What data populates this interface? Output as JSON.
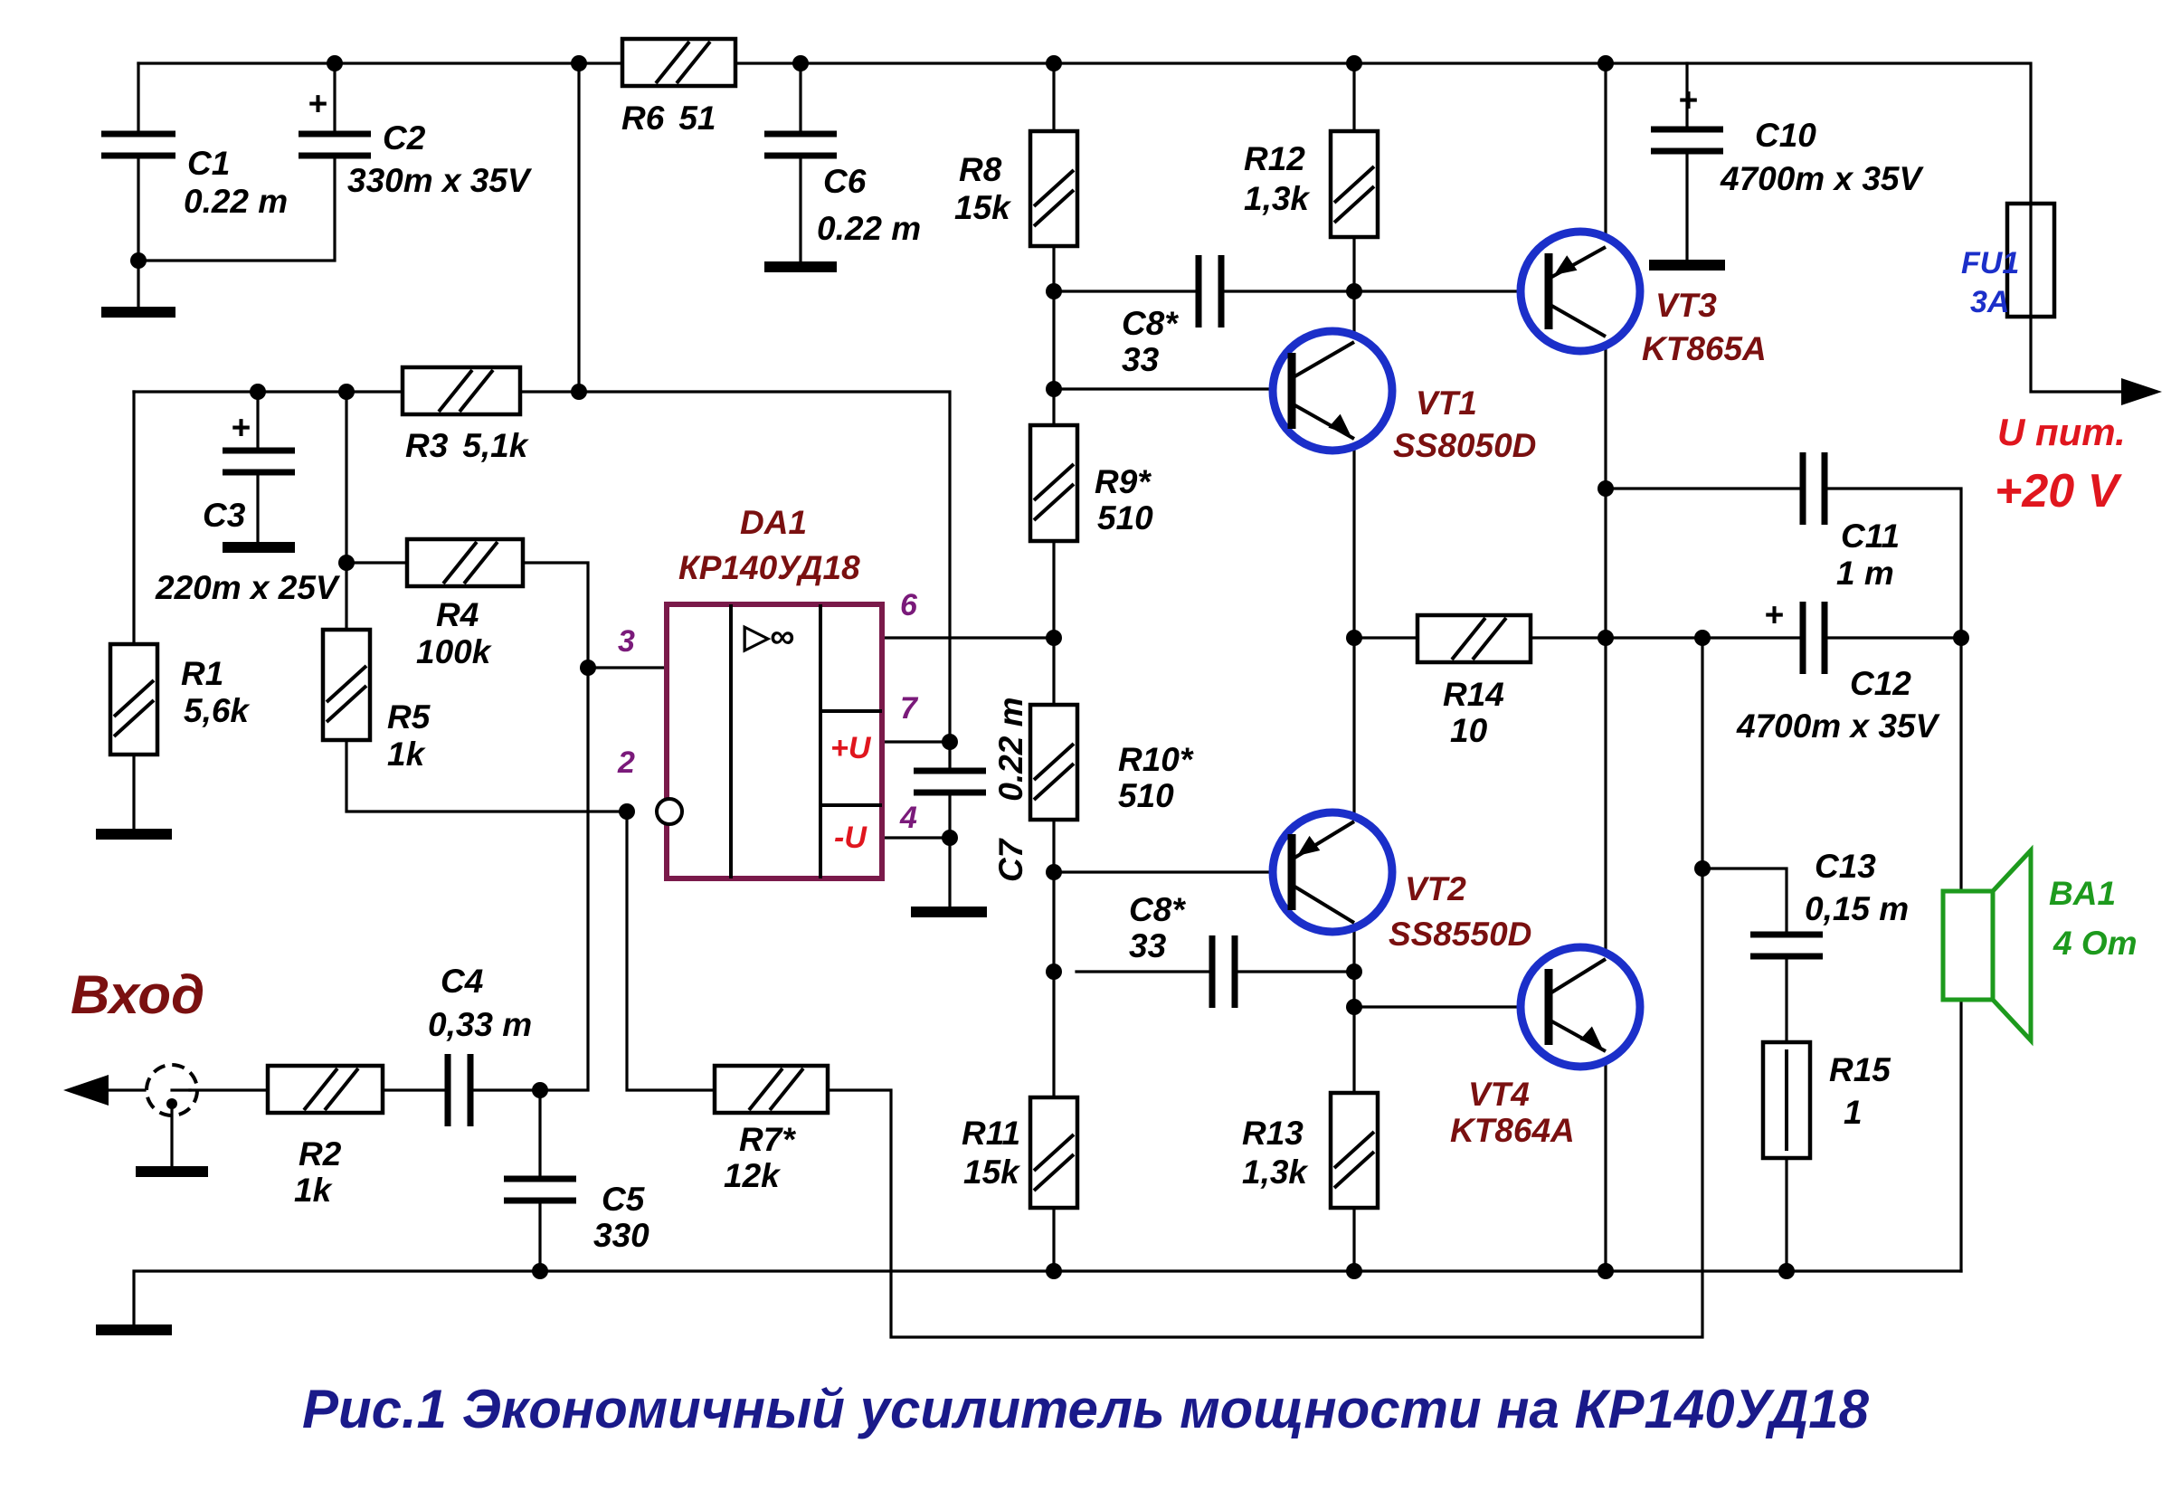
{
  "caption": "Рис.1 Экономичный усилитель мощности на КР140УД18",
  "input_label": "Вход",
  "supply": {
    "name": "U пит.",
    "value": "+20 V"
  },
  "opamp": {
    "ref": "DA1",
    "part": "КР140УД18",
    "symbol": "▷∞",
    "pins": {
      "p3": "3",
      "p2": "2",
      "p6": "6",
      "p7": "7",
      "p4": "4"
    },
    "plus_u": "+U",
    "minus_u": "-U"
  },
  "fuse": {
    "ref": "FU1",
    "value": "3A"
  },
  "speaker": {
    "ref": "BA1",
    "value": "4 Om"
  },
  "plus_sign": "+",
  "capacitors": {
    "C1": {
      "ref": "C1",
      "value": "0.22 m"
    },
    "C2": {
      "ref": "C2",
      "value": "330m x 35V"
    },
    "C3": {
      "ref": "C3",
      "value": "220m x 25V"
    },
    "C4": {
      "ref": "C4",
      "value": "0,33 m"
    },
    "C5": {
      "ref": "C5",
      "value": "330"
    },
    "C6": {
      "ref": "C6",
      "value": "0.22 m"
    },
    "C7": {
      "ref": "C7",
      "value": "0.22 m"
    },
    "C8a": {
      "ref": "C8*",
      "value": "33"
    },
    "C8b": {
      "ref": "C8*",
      "value": "33"
    },
    "C10": {
      "ref": "C10",
      "value": "4700m x 35V"
    },
    "C11": {
      "ref": "C11",
      "value": "1 m"
    },
    "C12": {
      "ref": "C12",
      "value": "4700m x 35V"
    },
    "C13": {
      "ref": "C13",
      "value": "0,15 m"
    }
  },
  "resistors": {
    "R1": {
      "ref": "R1",
      "value": "5,6k"
    },
    "R2": {
      "ref": "R2",
      "value": "1k"
    },
    "R3": {
      "ref": "R3",
      "value": "5,1k"
    },
    "R4": {
      "ref": "R4",
      "value": "100k"
    },
    "R5": {
      "ref": "R5",
      "value": "1k"
    },
    "R6": {
      "ref": "R6",
      "value": "51"
    },
    "R7": {
      "ref": "R7*",
      "value": "12k"
    },
    "R8": {
      "ref": "R8",
      "value": "15k"
    },
    "R9": {
      "ref": "R9*",
      "value": "510"
    },
    "R10": {
      "ref": "R10*",
      "value": "510"
    },
    "R11": {
      "ref": "R11",
      "value": "15k"
    },
    "R12": {
      "ref": "R12",
      "value": "1,3k"
    },
    "R13": {
      "ref": "R13",
      "value": "1,3k"
    },
    "R14": {
      "ref": "R14",
      "value": "10"
    },
    "R15": {
      "ref": "R15",
      "value": "1"
    }
  },
  "transistors": {
    "VT1": {
      "ref": "VT1",
      "part": "SS8050D",
      "type": "npn"
    },
    "VT2": {
      "ref": "VT2",
      "part": "SS8550D",
      "type": "pnp"
    },
    "VT3": {
      "ref": "VT3",
      "part": "KT865A",
      "type": "pnp"
    },
    "VT4": {
      "ref": "VT4",
      "part": "KT864A",
      "type": "npn"
    }
  },
  "colors": {
    "wire": "#000000",
    "component_label": "#7a1010",
    "opamp_body": "#7a1a4a",
    "opamp_pin": "#7a1a7a",
    "transistor_circle": "#1b2fc9",
    "supply_label": "#e0161e",
    "fuse_label": "#1b2fc9",
    "speaker": "#1d9a1d",
    "caption": "#1a1a8a"
  }
}
